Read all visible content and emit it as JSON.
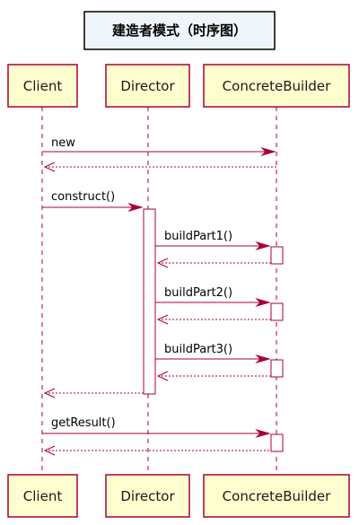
{
  "title": "建造者模式（时序图）",
  "participants": [
    {
      "id": "client",
      "name": "Client"
    },
    {
      "id": "director",
      "name": "Director"
    },
    {
      "id": "builder",
      "name": "ConcreteBuilder"
    }
  ],
  "messages": [
    {
      "from": "client",
      "to": "builder",
      "label": "new",
      "kind": "call"
    },
    {
      "from": "builder",
      "to": "client",
      "label": "",
      "kind": "return"
    },
    {
      "from": "client",
      "to": "director",
      "label": "construct()",
      "kind": "call"
    },
    {
      "from": "director",
      "to": "builder",
      "label": "buildPart1()",
      "kind": "call"
    },
    {
      "from": "builder",
      "to": "director",
      "label": "",
      "kind": "return"
    },
    {
      "from": "director",
      "to": "builder",
      "label": "buildPart2()",
      "kind": "call"
    },
    {
      "from": "builder",
      "to": "director",
      "label": "",
      "kind": "return"
    },
    {
      "from": "director",
      "to": "builder",
      "label": "buildPart3()",
      "kind": "call"
    },
    {
      "from": "builder",
      "to": "director",
      "label": "",
      "kind": "return"
    },
    {
      "from": "director",
      "to": "client",
      "label": "",
      "kind": "return"
    },
    {
      "from": "client",
      "to": "builder",
      "label": "getResult()",
      "kind": "call"
    },
    {
      "from": "builder",
      "to": "client",
      "label": "",
      "kind": "return"
    }
  ],
  "colors": {
    "line": "#a80036",
    "participant_fill": "#fefece",
    "title_fill": "#eef6fb",
    "activation_fill": "#ffffff"
  }
}
